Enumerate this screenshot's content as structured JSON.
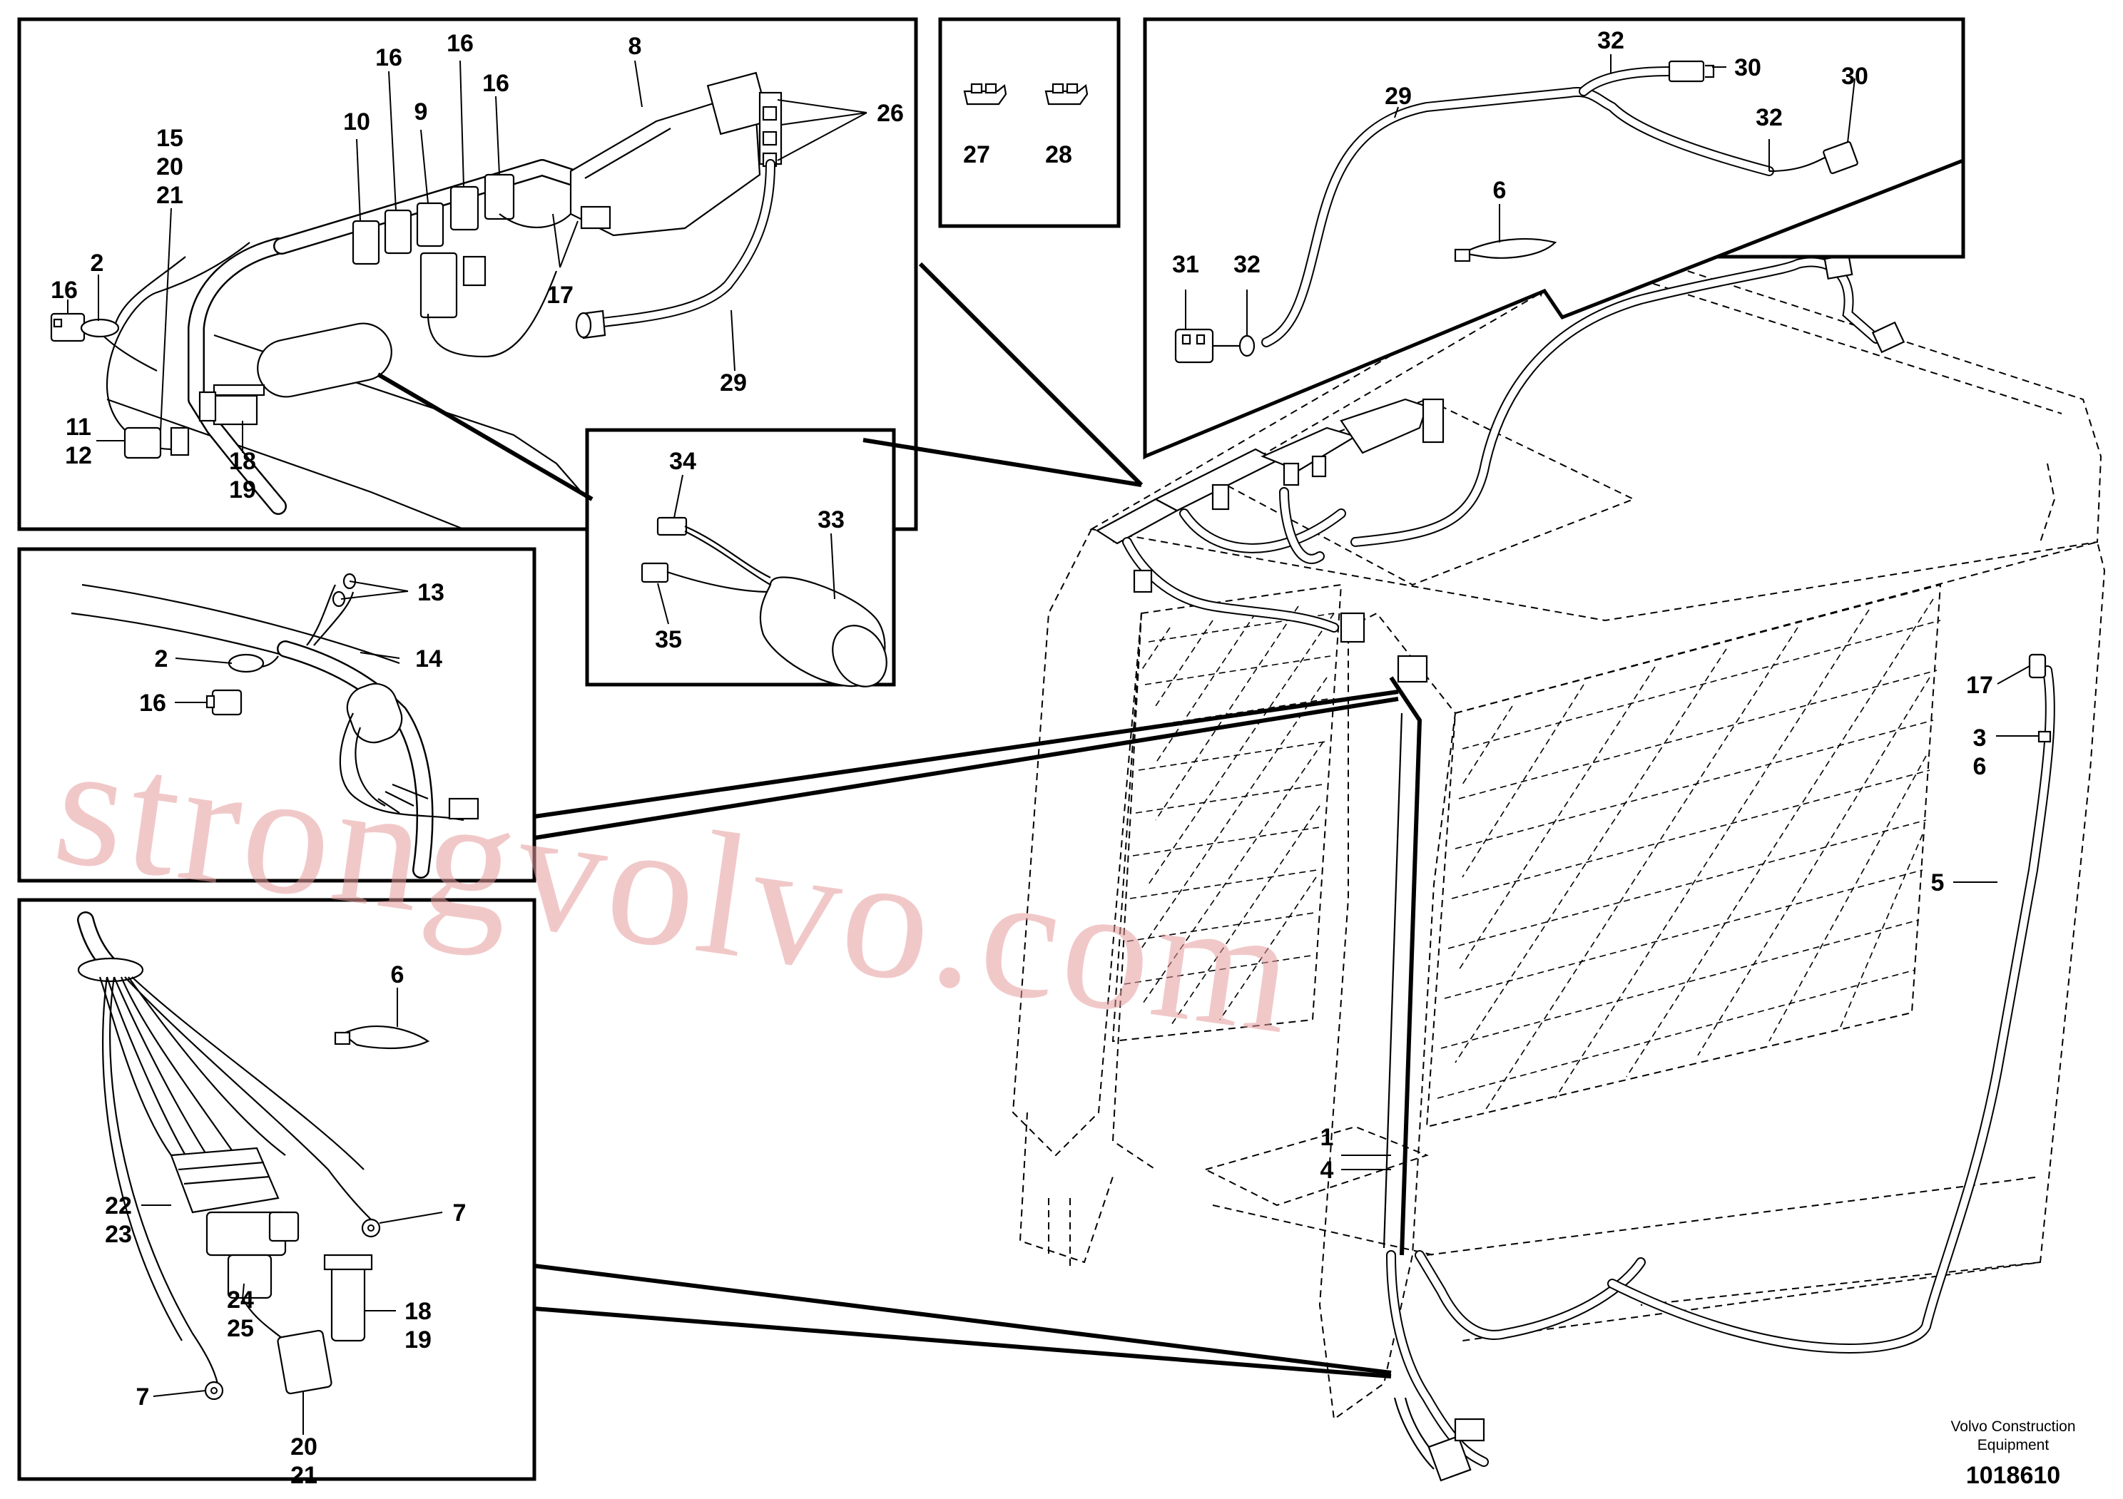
{
  "labels": {
    "top_left": [
      "16",
      "2",
      "11",
      "12",
      "15",
      "20",
      "21",
      "18",
      "19",
      "10",
      "16",
      "9",
      "16",
      "16",
      "8",
      "26",
      "17",
      "29"
    ],
    "fuses": [
      "27",
      "28"
    ],
    "top_right": [
      "29",
      "32",
      "30",
      "30",
      "32",
      "6",
      "31",
      "32"
    ],
    "capacitor": [
      "34",
      "33",
      "35"
    ],
    "mid_left": [
      "13",
      "14",
      "2",
      "16"
    ],
    "bottom_left": [
      "6",
      "22",
      "23",
      "7",
      "24",
      "25",
      "18",
      "19",
      "7",
      "20",
      "21"
    ],
    "main": [
      "17",
      "3",
      "6",
      "5",
      "1",
      "4"
    ]
  },
  "footer": {
    "company_line1": "Volvo Construction",
    "company_line2": "Equipment",
    "drawing_number": "1018610"
  },
  "watermark": {
    "text": "strongvolvo.com",
    "color": "#e59a9a"
  }
}
